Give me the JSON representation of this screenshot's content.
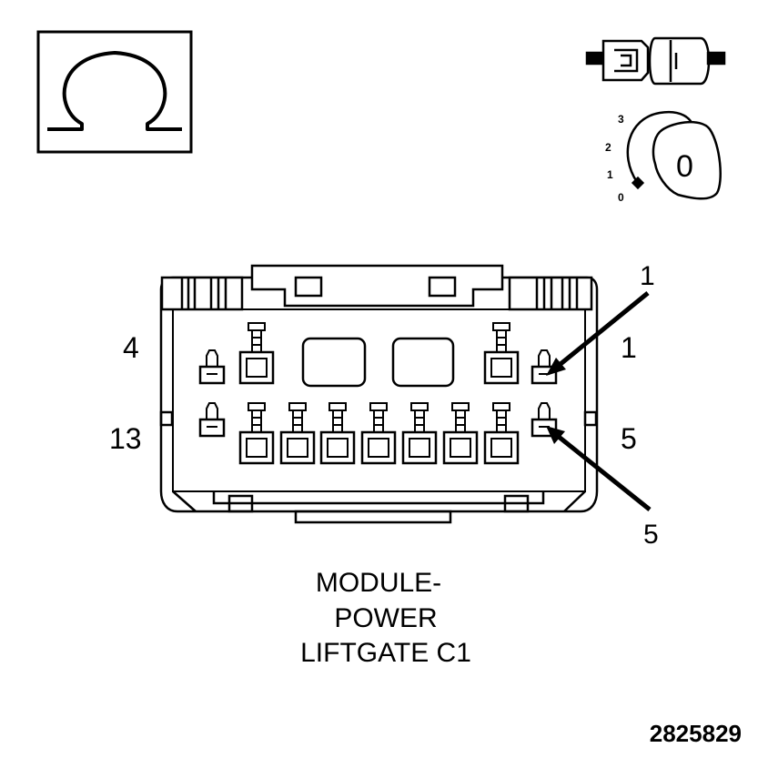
{
  "symbol": {
    "name": "ohm-symbol",
    "glyph": "Ω"
  },
  "key_positions": [
    "3",
    "2",
    "1",
    "0"
  ],
  "key_label": "0",
  "connector": {
    "pin_labels": {
      "top_left": "4",
      "top_right": "1",
      "bottom_left": "13",
      "bottom_right": "5"
    },
    "arrow_labels": {
      "upper": "1",
      "lower": "5"
    },
    "title_lines": [
      "MODULE-",
      "POWER",
      "LIFTGATE C1"
    ]
  },
  "figure_id": "2825829"
}
